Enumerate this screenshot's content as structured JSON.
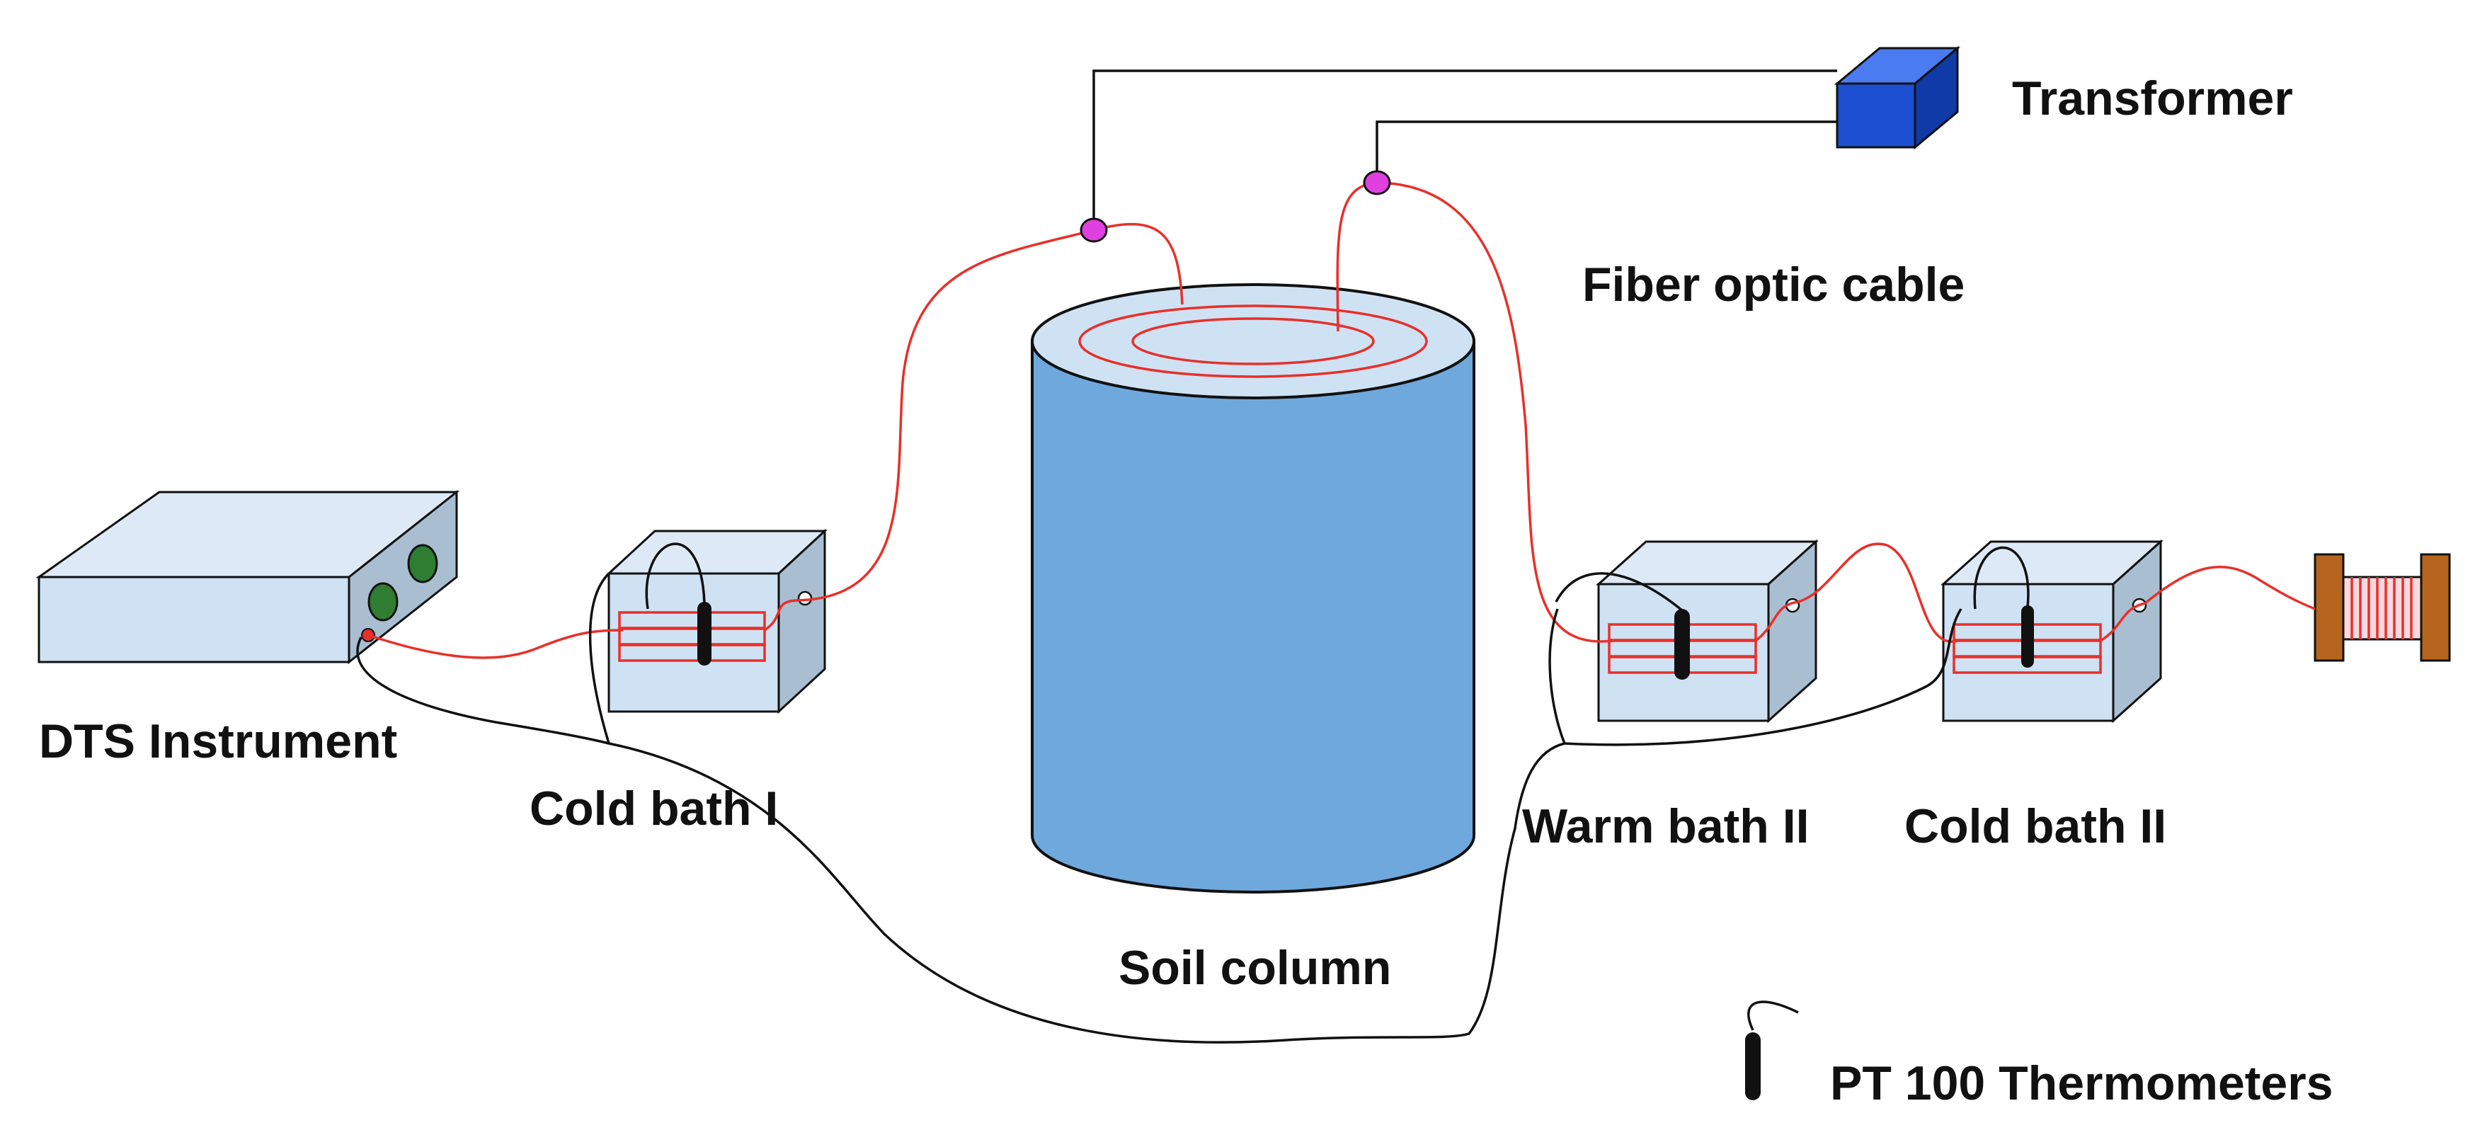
{
  "labels": {
    "transformer": "Transformer",
    "fiber_optic_cable": "Fiber optic cable",
    "dts_instrument": "DTS Instrument",
    "cold_bath_1": "Cold bath I",
    "soil_column": "Soil column",
    "warm_bath_2": "Warm bath II",
    "cold_bath_2": "Cold bath II",
    "pt100_legend": "PT 100 Thermometers"
  },
  "colors": {
    "fiber": "#e8302a",
    "wire": "#111111",
    "soil_column": "#6fa8dc",
    "soil_top": "#cfe2f3",
    "box_face": "#cfe2f3",
    "box_side": "#a9bfd1",
    "transformer": "#1c4fd1",
    "connector": "#e040e0",
    "instrument_knob": "#2e7d32",
    "spool": "#b5651d"
  }
}
